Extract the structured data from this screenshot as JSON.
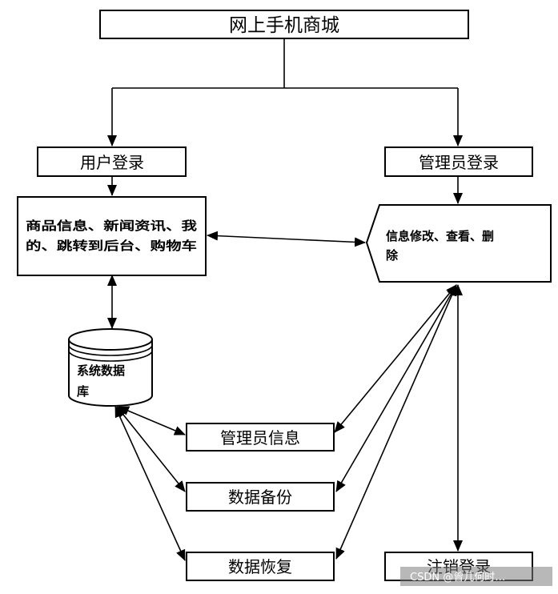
{
  "nodes": {
    "root": "网上手机商城",
    "user_login": "用户登录",
    "admin_login": "管理员登录",
    "user_functions_line1": "商品信息、新闻资讯、我",
    "user_functions_line2": "的、跳转到后台、购物车",
    "admin_functions_line1": "信息修改、查看、删",
    "admin_functions_line2": "除",
    "database_line1": "系统数据",
    "database_line2": "库",
    "admin_info": "管理员信息",
    "data_backup": "数据备份",
    "data_restore": "数据恢复",
    "logout": "注销登录"
  },
  "watermark": "CSDN @曾几何时…",
  "edges": [
    {
      "from": "root",
      "to": "user_login",
      "direction": "forward"
    },
    {
      "from": "root",
      "to": "admin_login",
      "direction": "forward"
    },
    {
      "from": "user_login",
      "to": "user_functions",
      "direction": "forward"
    },
    {
      "from": "admin_login",
      "to": "admin_functions",
      "direction": "forward"
    },
    {
      "from": "user_functions",
      "to": "admin_functions",
      "direction": "both"
    },
    {
      "from": "user_functions",
      "to": "database",
      "direction": "both"
    },
    {
      "from": "database",
      "to": "admin_info",
      "direction": "both"
    },
    {
      "from": "database",
      "to": "data_backup",
      "direction": "both"
    },
    {
      "from": "database",
      "to": "data_restore",
      "direction": "both"
    },
    {
      "from": "admin_functions",
      "to": "admin_info",
      "direction": "both"
    },
    {
      "from": "admin_functions",
      "to": "data_backup",
      "direction": "both"
    },
    {
      "from": "admin_functions",
      "to": "data_restore",
      "direction": "both"
    },
    {
      "from": "admin_functions",
      "to": "logout",
      "direction": "both"
    }
  ]
}
